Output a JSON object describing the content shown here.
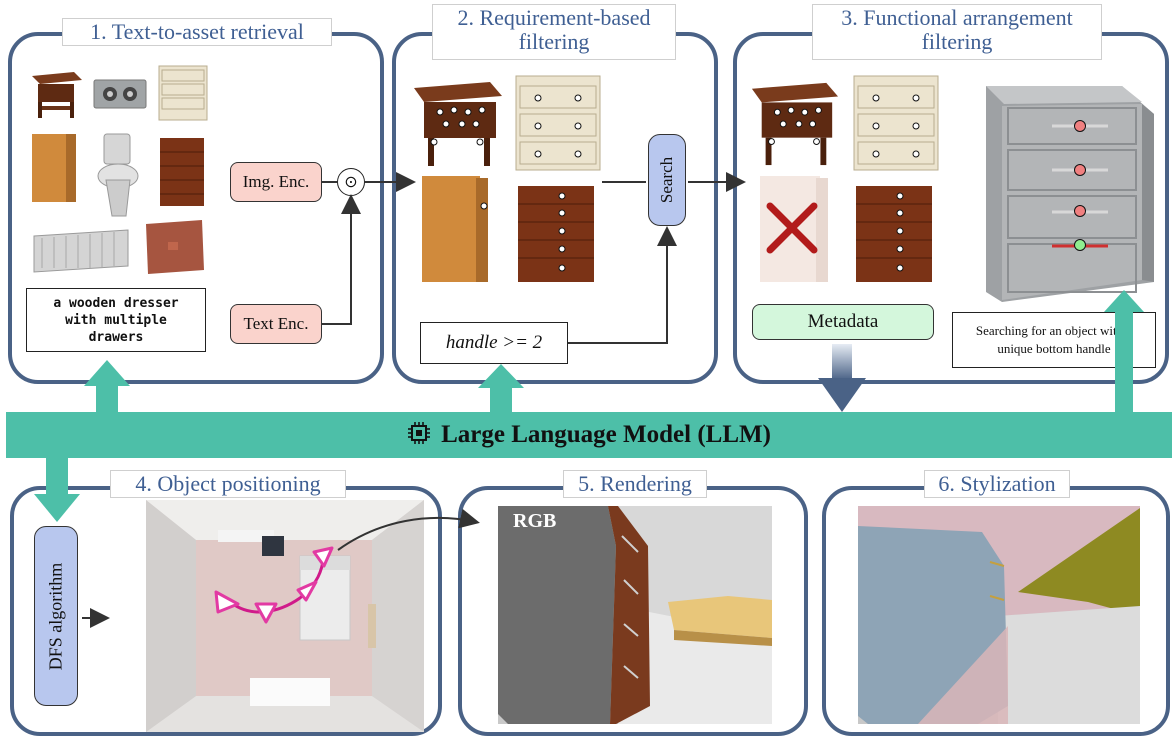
{
  "panels": {
    "retrieval": "1. Text-to-asset retrieval",
    "requirement_title_1": "2. Requirement-based",
    "requirement_title_2": "filtering",
    "arrangement_title_1": "3. Functional arrangement",
    "arrangement_title_2": "filtering",
    "positioning": "4. Object positioning",
    "rendering": "5. Rendering",
    "stylization": "6. Stylization"
  },
  "retrieval": {
    "query_line1": "a wooden dresser",
    "query_line2": "with multiple",
    "query_line3": "drawers",
    "img_enc": "Img. Enc.",
    "text_enc": "Text Enc.",
    "combine_symbol": "⊙"
  },
  "requirement": {
    "constraint": "handle >= 2",
    "search": "Search"
  },
  "arrangement": {
    "metadata": "Metadata",
    "query_line1": "Searching for an object with a",
    "query_line2": "unique bottom handle"
  },
  "llm": {
    "label": "Large Language Model (LLM)",
    "icon": "chip-icon"
  },
  "positioning": {
    "algorithm": "DFS algorithm"
  },
  "rendering": {
    "channel": "RGB"
  },
  "colors": {
    "panel_border": "#4a6286",
    "title_text": "#3f5f93",
    "llm_bar": "#4dbfa8",
    "encoder_fill": "#fad3cc",
    "search_fill": "#b8c7ee",
    "metadata_fill": "#d4f7dc",
    "handle_red": "#f08080",
    "handle_green": "#90ee90",
    "path_magenta": "#d01a8a"
  }
}
